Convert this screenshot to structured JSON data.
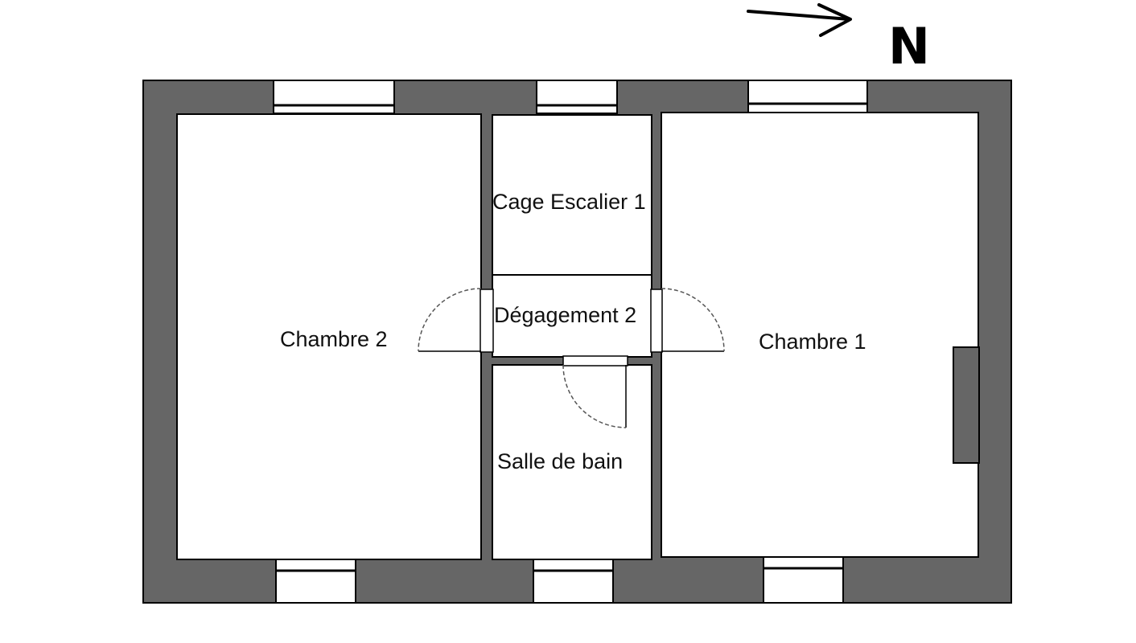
{
  "compass": {
    "label": "N",
    "icon": "north-arrow-icon"
  },
  "rooms": {
    "chambre2": "Chambre 2",
    "cage_escalier": "Cage Escalier 1",
    "degagement": "Dégagement 2",
    "salle_de_bain": "Salle de bain",
    "chambre1": "Chambre 1"
  },
  "colors": {
    "wall": "#666666",
    "outline": "#000000",
    "door_swing": "#555555"
  }
}
